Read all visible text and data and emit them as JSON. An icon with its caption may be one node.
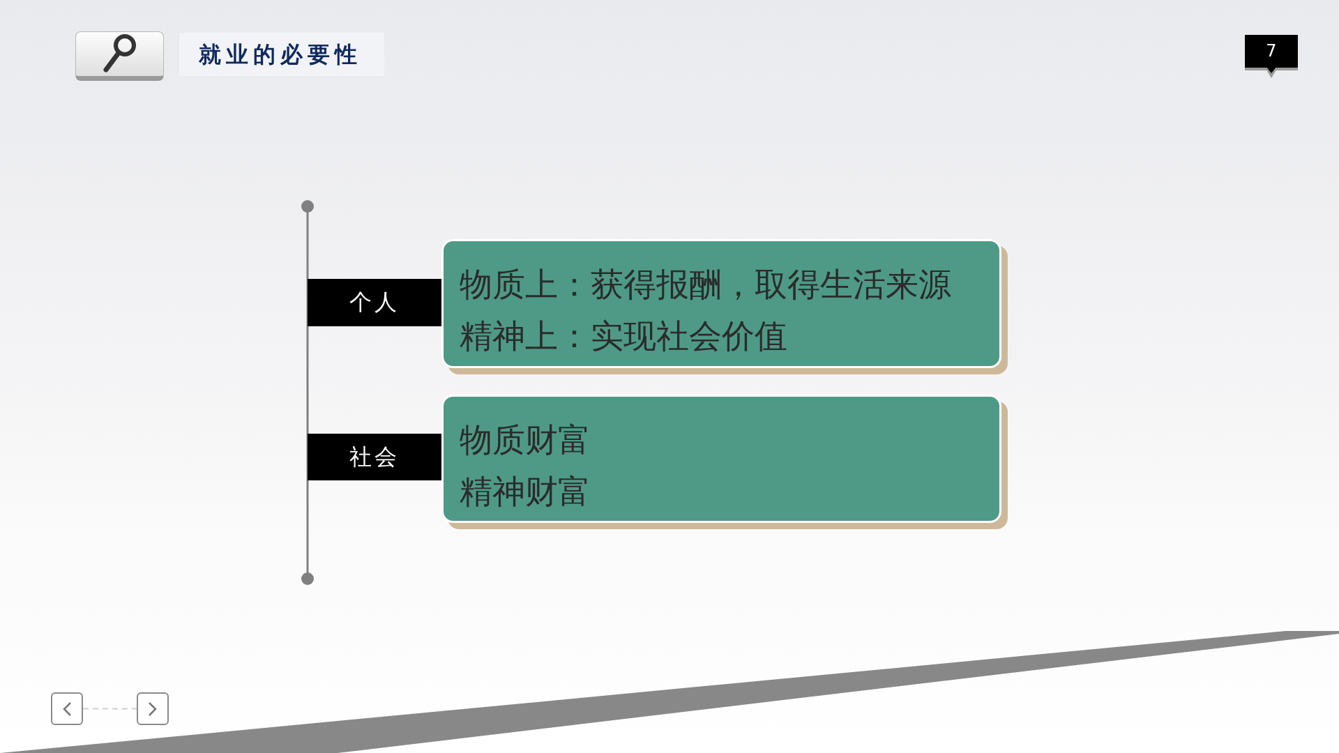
{
  "diagram": {
    "title": "就业的必要性",
    "nodes": [
      {
        "text": [
          "7"
        ]
      },
      {
        "text": [
          "个人"
        ]
      },
      {
        "text": [
          "物质上：获得报酬，取得生活来源",
          "精神上：实现社会价值"
        ]
      },
      {
        "text": [
          "社会"
        ]
      },
      {
        "text": [
          "物质财富",
          "精神财富"
        ]
      },
      {
        "text": [],
        "shape": "box"
      },
      {
        "text": [],
        "shape": "box"
      }
    ],
    "edges": [
      {
        "from": 5,
        "to": 6,
        "arrow": "none",
        "style": "dashed"
      }
    ]
  }
}
